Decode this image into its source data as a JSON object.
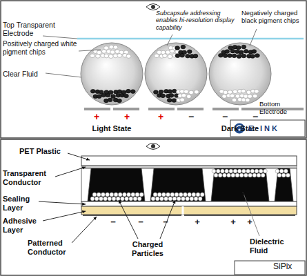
{
  "diagram": {
    "labels": [
      "Top Transparent Electrode",
      "Subcapsule addressing enables hi-resolution display capability",
      "Positively charged white pigment chips",
      "Negatively charged black pigment chips",
      "Clear Fluid",
      "Bottom Electrode",
      "+",
      "+",
      "+",
      "−",
      "−",
      "−",
      "Light State",
      "Dark State",
      "E·INK",
      "PET Plastic",
      "Transparent Conductor",
      "Sealing Layer",
      "Adhesive Layer",
      "Patterned Conductor",
      "Charged Particles",
      "Dielectric Fluid",
      "−",
      "−",
      "−",
      "+",
      "+",
      "+",
      "SiPix"
    ]
  }
}
